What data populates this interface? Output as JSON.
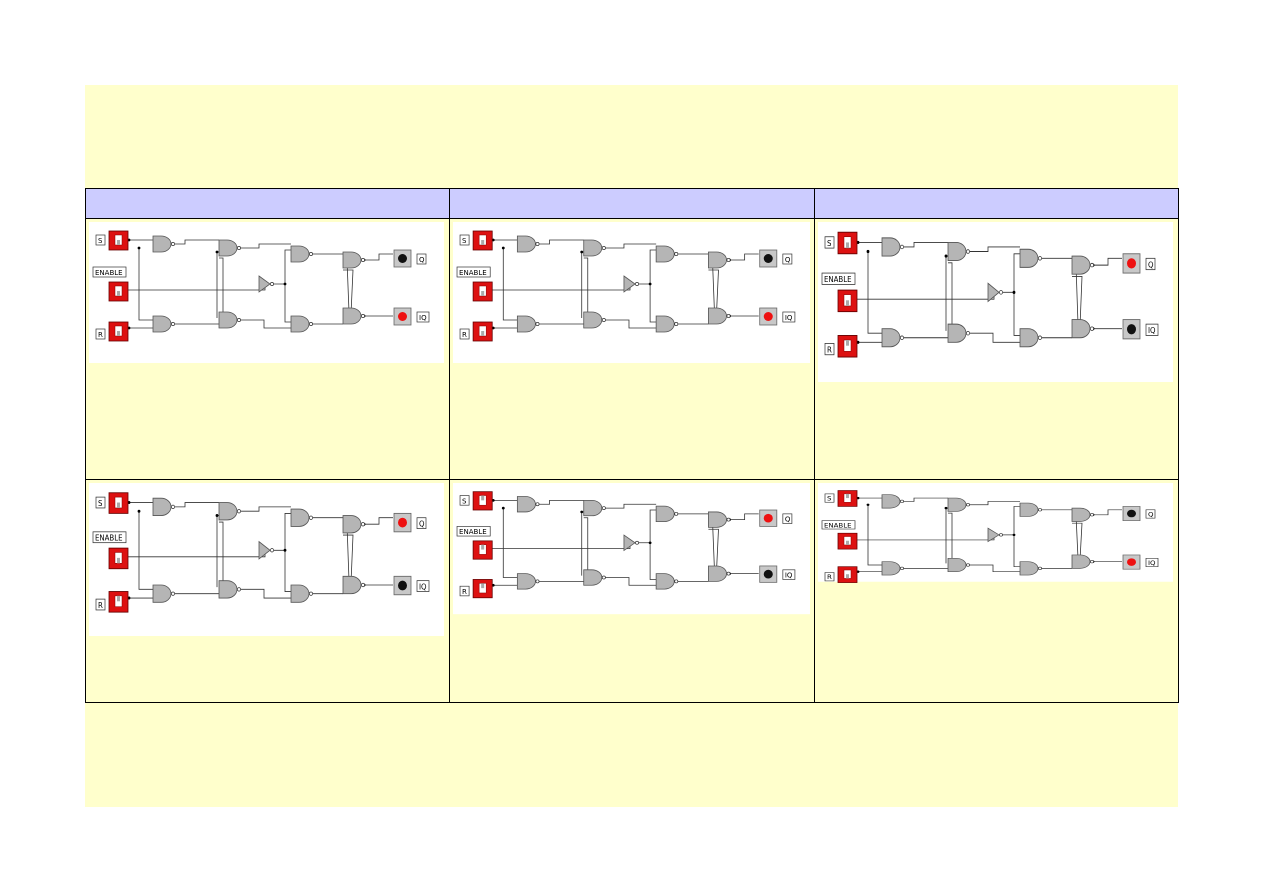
{
  "labels": {
    "s": "S",
    "enable": "ENABLE",
    "r": "R",
    "q": "Q",
    "iq": "IQ"
  },
  "colors": {
    "background": "#ffffcc",
    "header": "#ccccff",
    "switch": "#dd1111",
    "gate": "#b5b5b5",
    "led_on": "#ee1111",
    "led_off": "#111111"
  },
  "panels": [
    {
      "s_on": false,
      "enable_on": false,
      "r_on": false,
      "q_on": false,
      "iq_on": true
    },
    {
      "s_on": false,
      "enable_on": false,
      "r_on": false,
      "q_on": false,
      "iq_on": true
    },
    {
      "s_on": false,
      "enable_on": false,
      "r_on": true,
      "q_on": true,
      "iq_on": false
    },
    {
      "s_on": false,
      "enable_on": false,
      "r_on": true,
      "q_on": true,
      "iq_on": false
    },
    {
      "s_on": true,
      "enable_on": true,
      "r_on": true,
      "q_on": true,
      "iq_on": false
    },
    {
      "s_on": true,
      "enable_on": false,
      "r_on": false,
      "q_on": false,
      "iq_on": true
    }
  ]
}
